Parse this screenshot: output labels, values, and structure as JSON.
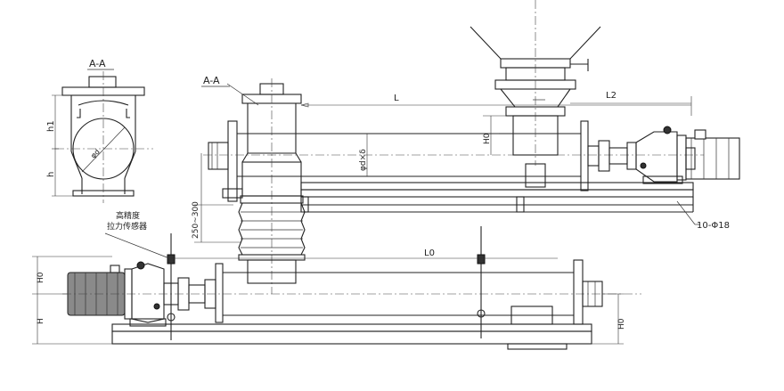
{
  "labels": {
    "section_aa_top": "A-A",
    "section_aa_left": "A-A",
    "h1": "h1",
    "h": "h",
    "phi_d_small": "φd",
    "L": "L",
    "L2": "L2",
    "H0_top": "H0",
    "phi_d_delta": "φd×δ",
    "range_250_300": "250~300",
    "holes": "10-Φ18",
    "sensor_line1": "高精度",
    "sensor_line2": "拉力传感器",
    "H0_left": "H0",
    "H": "H",
    "L0": "L0",
    "H0_right": "H0"
  }
}
